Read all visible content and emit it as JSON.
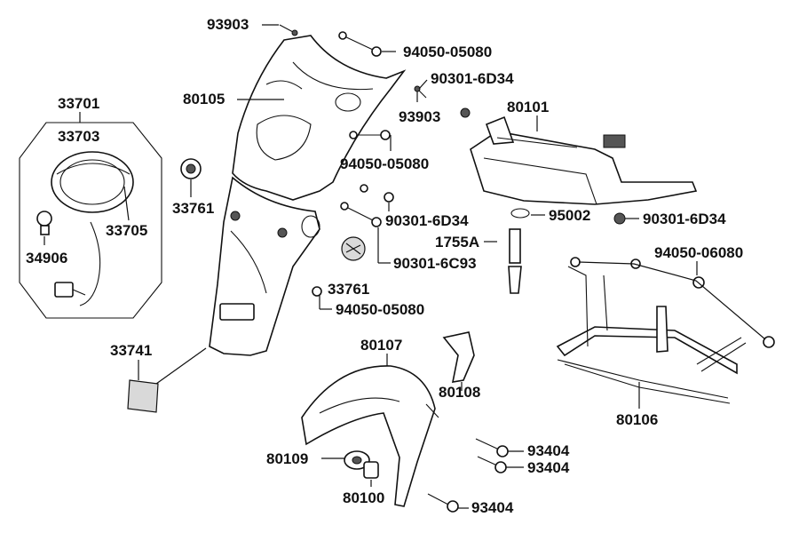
{
  "labels": {
    "p93903_top": "93903",
    "p94050_05080_top": "94050-05080",
    "p90301_6D34_top": "90301-6D34",
    "p80105": "80105",
    "p93903_mid": "93903",
    "p80101": "80101",
    "p33701": "33701",
    "p33703": "33703",
    "p94050_05080_mid": "94050-05080",
    "p33761_left": "33761",
    "p33705": "33705",
    "p90301_6D34_mid": "90301-6D34",
    "p95002": "95002",
    "p90301_6D34_right": "90301-6D34",
    "p1755A": "1755A",
    "p34906": "34906",
    "p94050_06080": "94050-06080",
    "p90301_6C93": "90301-6C93",
    "p33761_mid": "33761",
    "p94050_05080_low": "94050-05080",
    "p33741": "33741",
    "p80107": "80107",
    "p80108": "80108",
    "p80106": "80106",
    "p93404_a": "93404",
    "p80109": "80109",
    "p93404_b": "93404",
    "p80100": "80100",
    "p93404_c": "93404"
  }
}
